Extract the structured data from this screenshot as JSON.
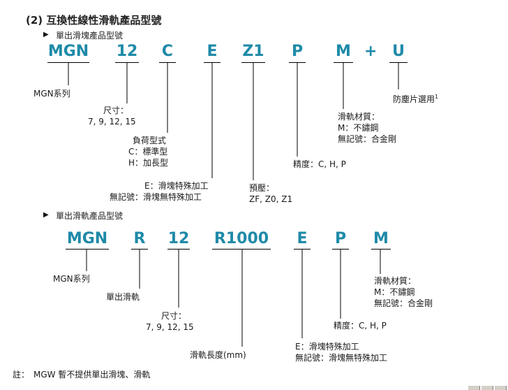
{
  "title": "(2) 互換性線性滑軌產品型號",
  "section1": {
    "heading": "單出滑塊產品型號",
    "codes": [
      "MGN",
      "12",
      "C",
      "E",
      "Z1",
      "P",
      "M",
      "U"
    ],
    "plus": "+",
    "labels": {
      "series": "MGN系列",
      "size_title": "尺寸：",
      "size_values": "7, 9, 12, 15",
      "load_title": "負荷型式",
      "load_c": "C：標準型",
      "load_h": "H：加長型",
      "e_line1": "E：滑塊特殊加工",
      "e_line2": "無記號：滑塊無特殊加工",
      "preload_title": "預壓：",
      "preload_values": "ZF, Z0, Z1",
      "precision": "精度：C, H, P",
      "material_title": "滑軌材質：",
      "material_m": "M：不鏽鋼",
      "material_none": "無記號：合金剛",
      "dust": "防塵片選用",
      "dust_sup": "1"
    }
  },
  "section2": {
    "heading": "單出滑軌產品型號",
    "codes": [
      "MGN",
      "R",
      "12",
      "R1000",
      "E",
      "P",
      "M"
    ],
    "labels": {
      "series": "MGN系列",
      "rail": "單出滑軌",
      "size_title": "尺寸：",
      "size_values": "7, 9, 12, 15",
      "length": "滑軌長度(mm)",
      "e_line1": "E：滑塊特殊加工",
      "e_line2": "無記號：滑塊無特殊加工",
      "precision": "精度：C, H, P",
      "material_title": "滑軌材質：",
      "material_m": "M：不鏽鋼",
      "material_none": "無記號：合金剛"
    }
  },
  "note": "註：　MGW 暫不提供單出滑塊、滑軌"
}
